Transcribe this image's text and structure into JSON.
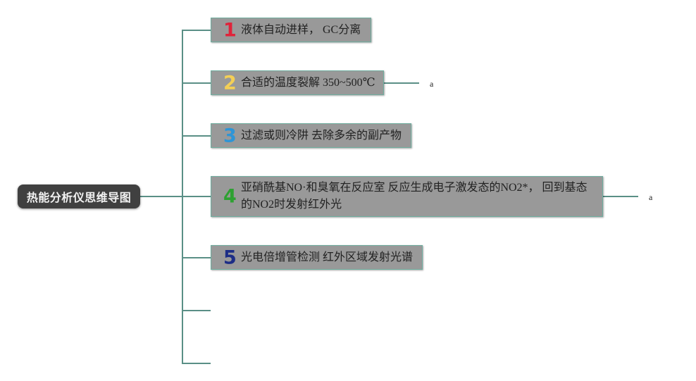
{
  "root": {
    "label": "热能分析仪思维导图"
  },
  "branches": [
    {
      "number": "1",
      "color": "#e0233a",
      "text": "液体自动进样， GC分离"
    },
    {
      "number": "2",
      "color": "#f3cf56",
      "text": "合适的温度裂解 350~500℃"
    },
    {
      "number": "3",
      "color": "#2e95d6",
      "text": "过滤或则冷阱 去除多余的副产物"
    },
    {
      "number": "4",
      "color": "#2ea132",
      "text": "亚硝酰基NO·和臭氧在反应室 反应生成电子激发态的NO2*， 回到基态的NO2时发射红外光"
    },
    {
      "number": "5",
      "color": "#1c2d86",
      "text": "光电倍增管检测 红外区域发射光谱"
    }
  ],
  "annotations": {
    "branch2": "a",
    "branch4": "a"
  }
}
